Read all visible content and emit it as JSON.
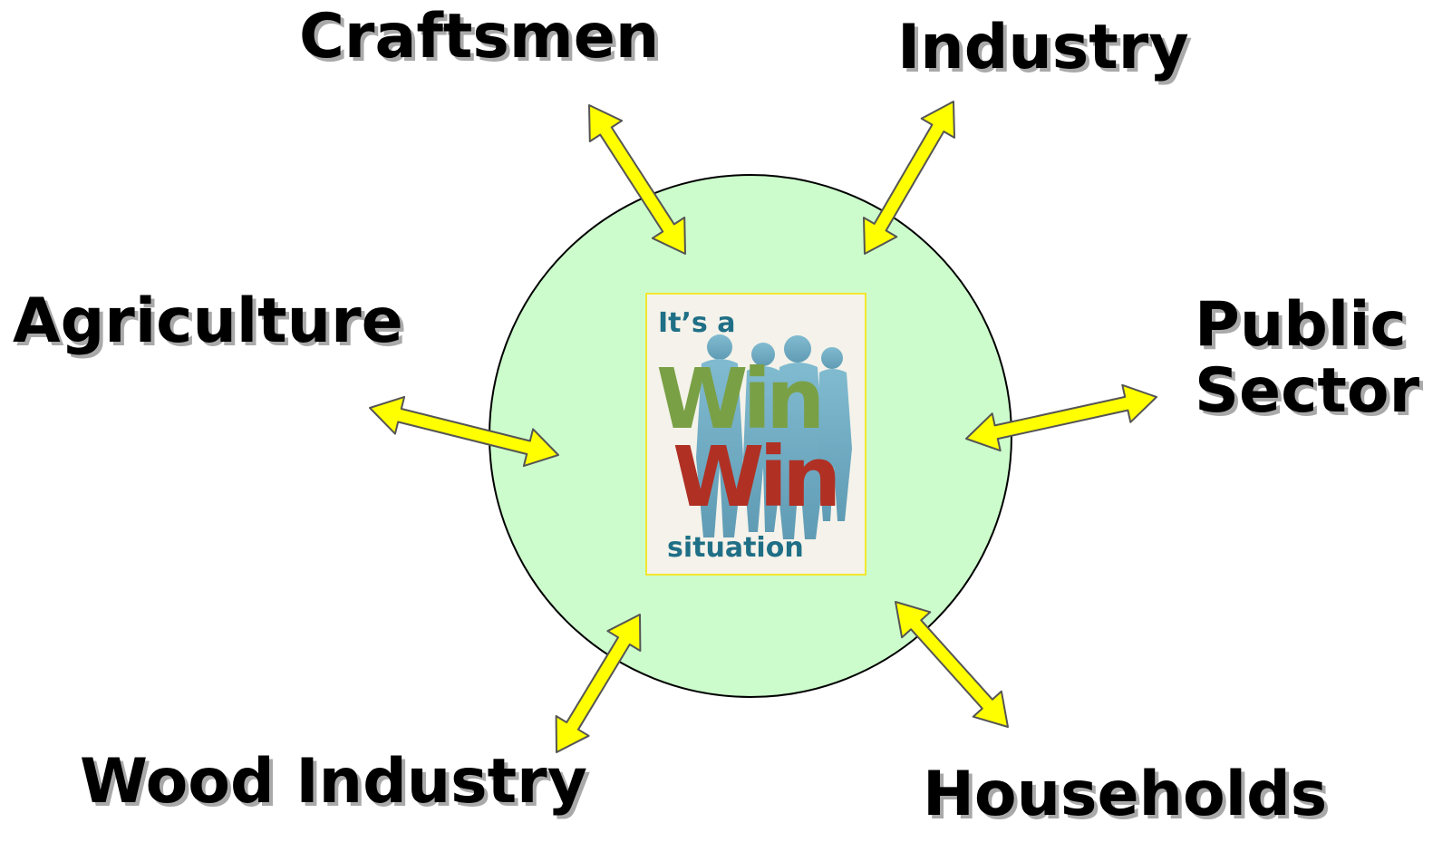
{
  "diagram": {
    "center_badge": {
      "line_top": "It’s a",
      "word_one": "Win",
      "word_two": "Win",
      "line_bottom": "situation"
    },
    "nodes": {
      "craftsmen": "Craftsmen",
      "industry": "Industry",
      "agriculture": "Agriculture",
      "public_line1": "Public",
      "public_line2": "Sector",
      "wood_industry": "Wood Industry",
      "households": "Households"
    },
    "colors": {
      "circle_fill": "#ccfccc",
      "circle_stroke": "#000000",
      "arrow_fill": "#ffff00",
      "arrow_stroke": "#555555",
      "label_text": "#000000",
      "label_shadow": "#a9a9a9",
      "badge_border": "#f2e630",
      "badge_background": "#f4f2ea",
      "badge_blue": "#1f6f86",
      "badge_green": "#7aa046",
      "badge_red": "#b03024"
    },
    "arrow_icon": "double-headed-arrow"
  }
}
